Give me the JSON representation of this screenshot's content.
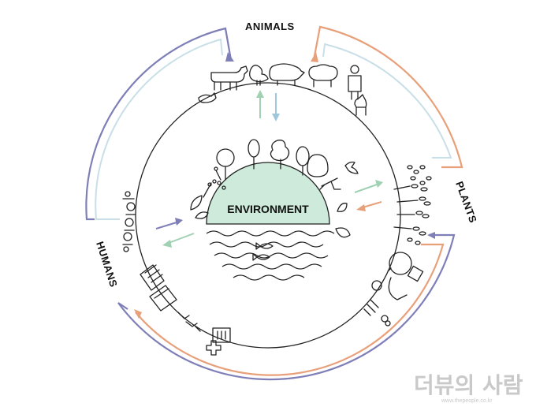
{
  "labels": {
    "center": "ENVIRONMENT",
    "animals": "ANIMALS",
    "plants": "PLANTS",
    "humans": "HUMANS"
  },
  "colors": {
    "purple": "#7f7fb8",
    "orange": "#e8a07a",
    "green": "#9fd1b2",
    "light_blue": "#c9dfe8",
    "dome": "#cdeada",
    "line": "#222222"
  },
  "watermark": {
    "text": "더뷰의 사람",
    "subtext": "www.thepeople.co.kr"
  },
  "icons": [
    "cow-icon",
    "chicken-icon",
    "pig-icon",
    "sheep-icon",
    "farmer-icon",
    "goat-icon",
    "tree-icon",
    "leaf-icon",
    "fish-icon",
    "bird-icon",
    "person-icon",
    "hospital-icon",
    "building-icon",
    "microscope-icon",
    "seed-icon"
  ]
}
